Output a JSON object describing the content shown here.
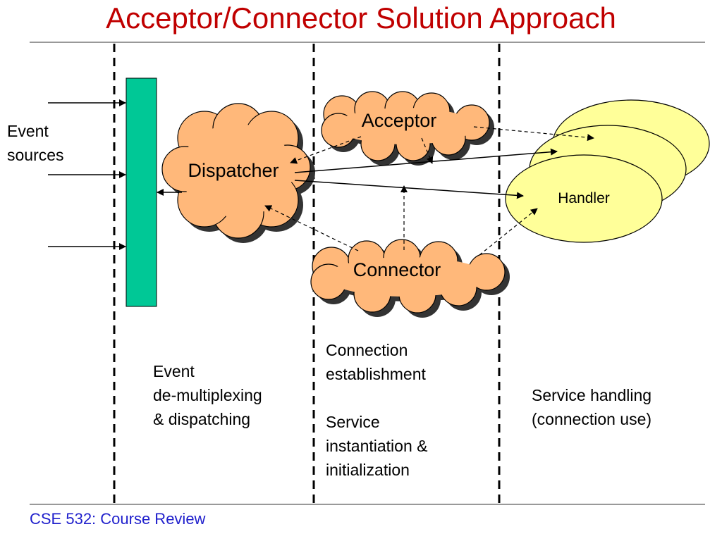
{
  "title": "Acceptor/Connector Solution Approach",
  "footer": "CSE 532: Course Review",
  "diagram": {
    "event_sources_label": [
      "Event",
      "sources"
    ],
    "nodes": {
      "dispatcher": "Dispatcher",
      "acceptor": "Acceptor",
      "connector": "Connector",
      "handler": "Handler"
    },
    "columns": {
      "event_dispatching": [
        "Event",
        "de-multiplexing",
        "& dispatching"
      ],
      "connection": [
        "Connection",
        "establishment",
        "",
        "Service",
        "instantiation &",
        "initialization"
      ],
      "service_handling": [
        "Service handling",
        "(connection use)"
      ]
    }
  },
  "colors": {
    "title": "#c00000",
    "footer": "#1f1fcc",
    "cloud_fill": "#ffb87a",
    "handler_fill": "#ffff99",
    "demux_bar": "#00c896"
  }
}
